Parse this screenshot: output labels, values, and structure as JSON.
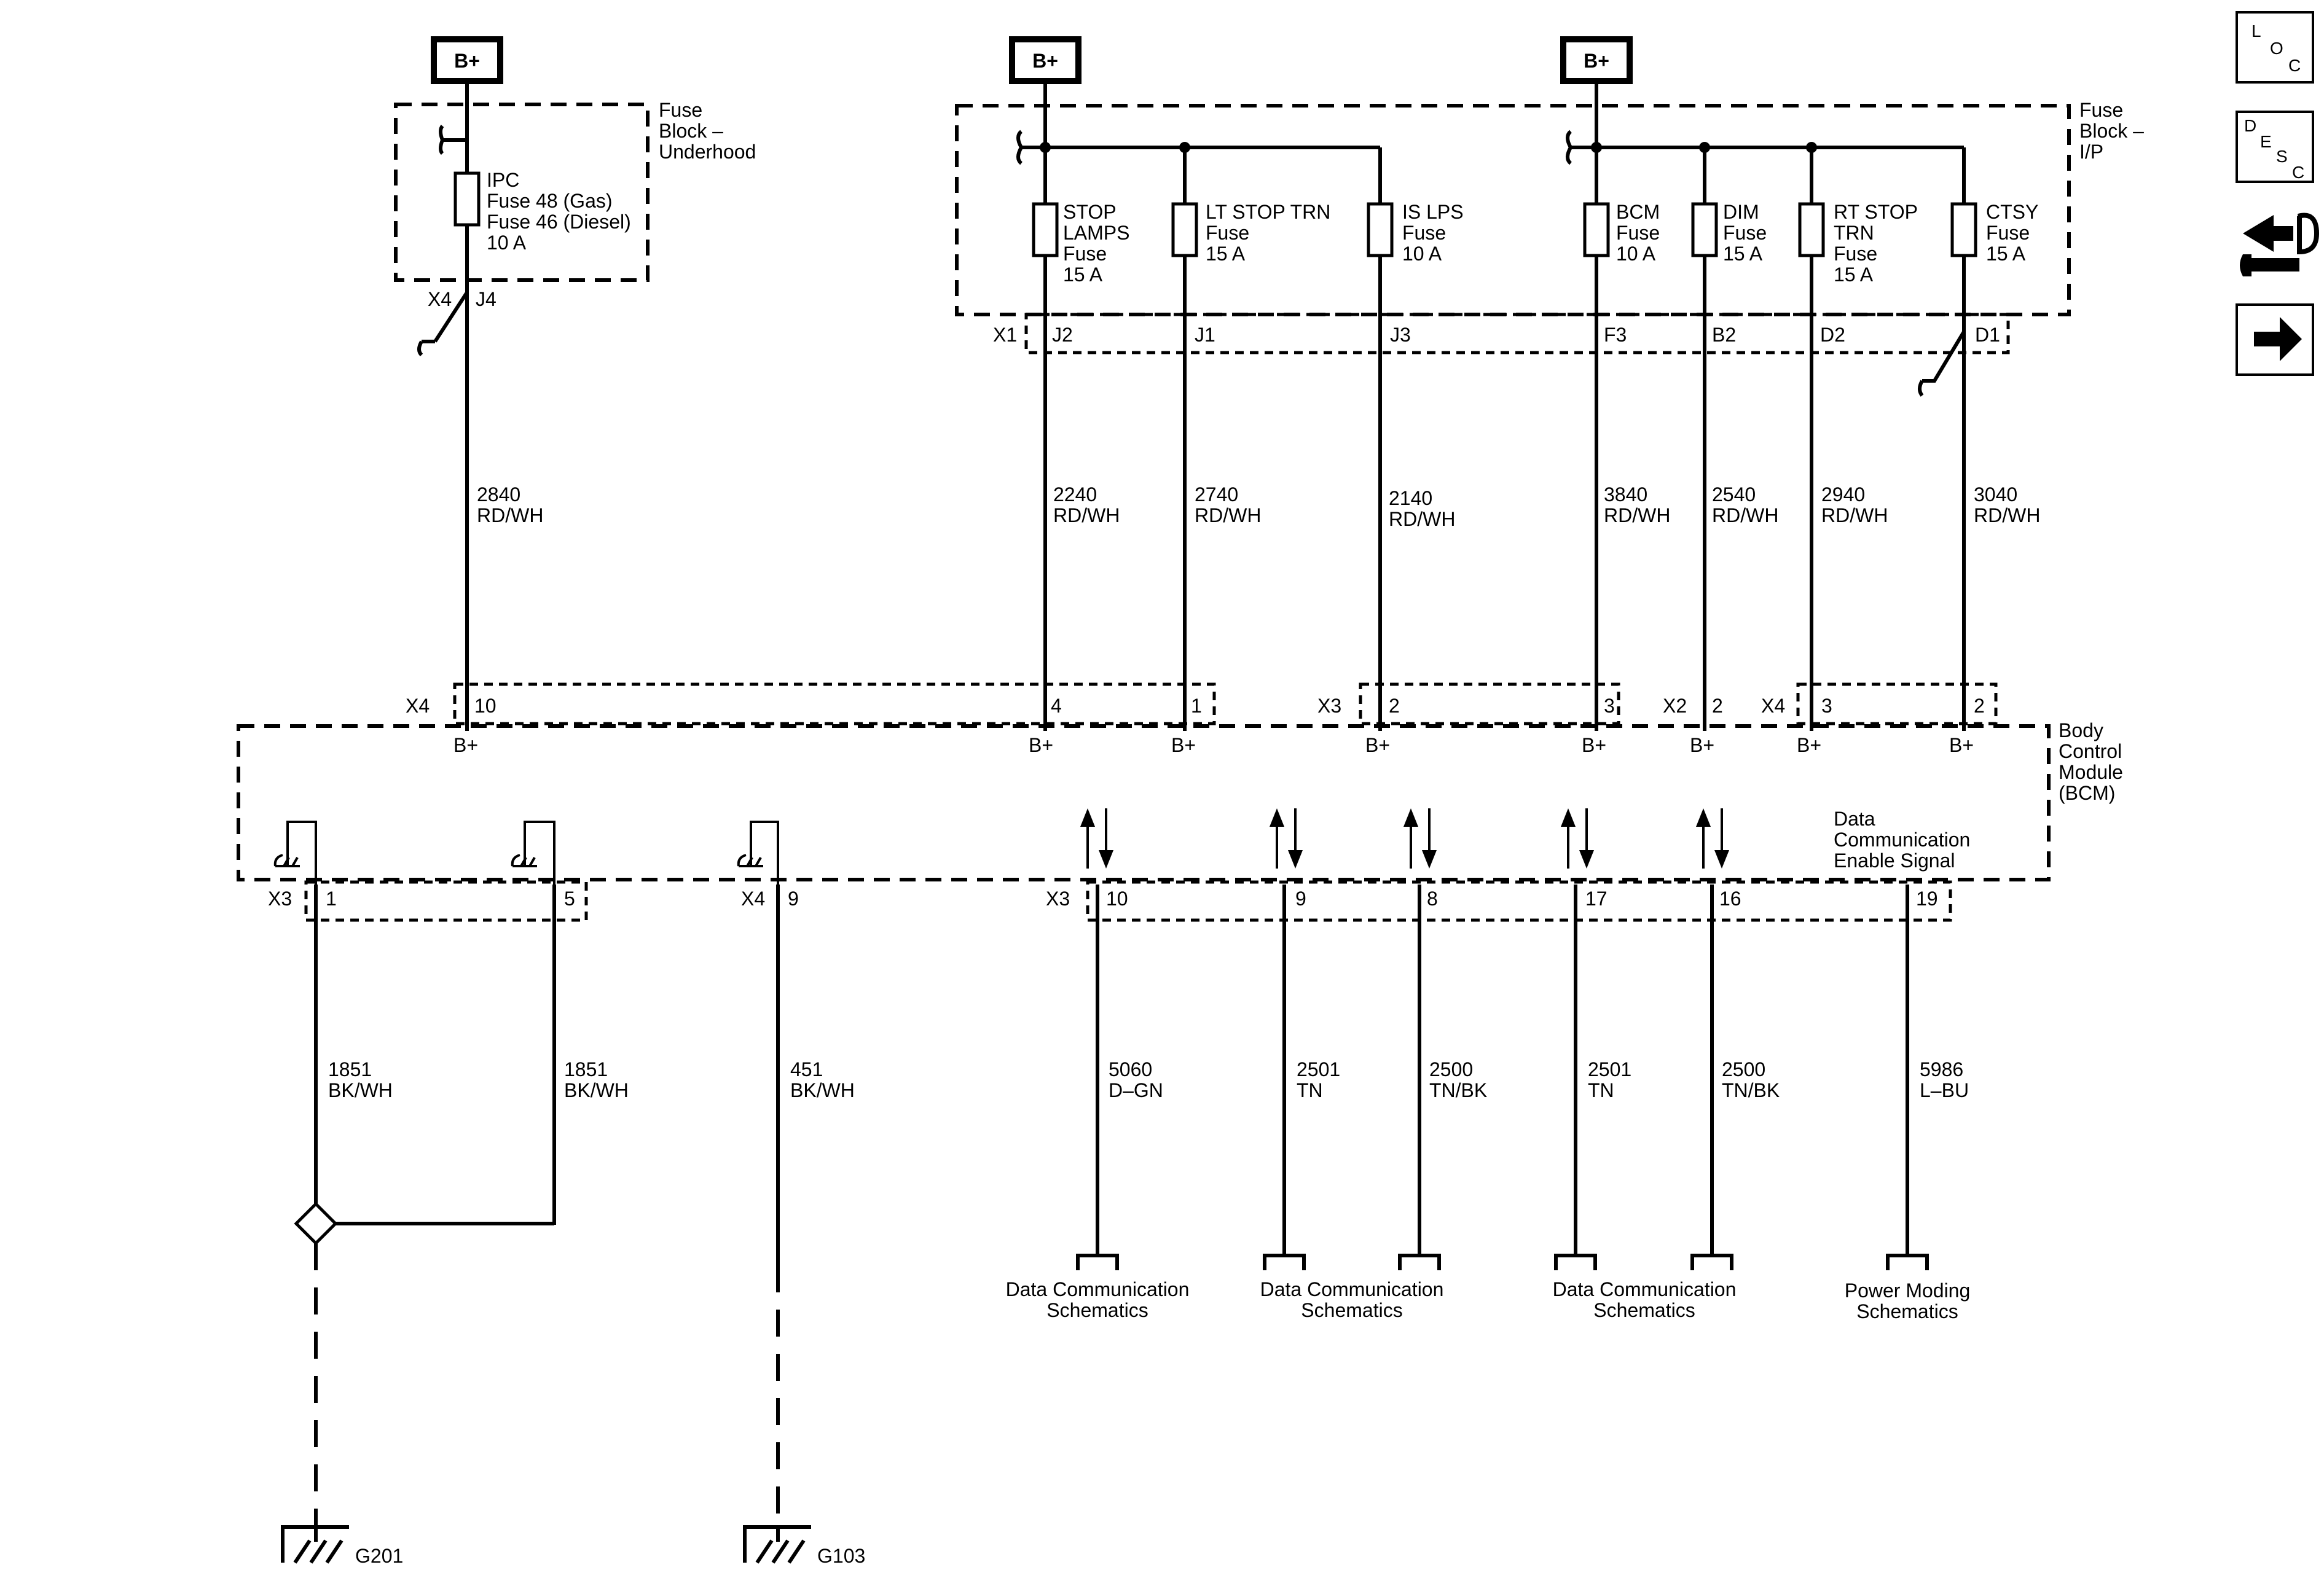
{
  "supply": {
    "bplus": "B+"
  },
  "fuse_block_uh": {
    "line1": "Fuse",
    "line2": "Block –",
    "line3": "Underhood"
  },
  "fuse_block_ip": {
    "line1": "Fuse",
    "line2": "Block –",
    "line3": "I/P"
  },
  "fuses": {
    "ipc": [
      "IPC",
      "Fuse 48 (Gas)",
      "Fuse 46 (Diesel)",
      "10 A"
    ],
    "stop": [
      "STOP",
      "LAMPS",
      "Fuse",
      "15 A"
    ],
    "lt": [
      "LT STOP TRN",
      "Fuse",
      "15 A"
    ],
    "is": [
      "IS LPS",
      "Fuse",
      "10 A"
    ],
    "bcm": [
      "BCM",
      "Fuse",
      "10 A"
    ],
    "dim": [
      "DIM",
      "Fuse",
      "15 A"
    ],
    "rt": [
      "RT STOP",
      "TRN",
      "Fuse",
      "15 A"
    ],
    "ctsy": [
      "CTSY",
      "Fuse",
      "15 A"
    ]
  },
  "fb_connectors": {
    "x4": "X4",
    "j4": "J4",
    "x1": "X1",
    "j2": "J2",
    "j1": "J1",
    "j3": "J3",
    "f3": "F3",
    "b2": "B2",
    "d2": "D2",
    "d1": "D1"
  },
  "wires_top": [
    {
      "circuit": "2840",
      "color": "RD/WH"
    },
    {
      "circuit": "2240",
      "color": "RD/WH"
    },
    {
      "circuit": "2740",
      "color": "RD/WH"
    },
    {
      "circuit": "2140",
      "color": "RD/WH"
    },
    {
      "circuit": "3840",
      "color": "RD/WH"
    },
    {
      "circuit": "2540",
      "color": "RD/WH"
    },
    {
      "circuit": "2940",
      "color": "RD/WH"
    },
    {
      "circuit": "3040",
      "color": "RD/WH"
    }
  ],
  "bcm_top_connectors": {
    "x4a": "X4",
    "p10": "10",
    "p4": "4",
    "p1": "1",
    "x3": "X3",
    "p2a": "2",
    "p3a": "3",
    "x2": "X2",
    "p2b": "2",
    "x4b": "X4",
    "p3b": "3",
    "p2c": "2"
  },
  "bcm": {
    "bplus": "B+",
    "line1": "Body",
    "line2": "Control",
    "line3": "Module",
    "line4": "(BCM)",
    "sig1": "Data",
    "sig2": "Communication",
    "sig3": "Enable Signal"
  },
  "bcm_bottom_connectors": {
    "x3a": "X3",
    "p1": "1",
    "p5": "5",
    "x4": "X4",
    "p9a": "9",
    "x3b": "X3",
    "p10": "10",
    "p9b": "9",
    "p8": "8",
    "p17": "17",
    "p16": "16",
    "p19": "19"
  },
  "wires_bottom": [
    {
      "circuit": "1851",
      "color": "BK/WH"
    },
    {
      "circuit": "1851",
      "color": "BK/WH"
    },
    {
      "circuit": "451",
      "color": "BK/WH"
    },
    {
      "circuit": "5060",
      "color": "D–GN"
    },
    {
      "circuit": "2501",
      "color": "TN"
    },
    {
      "circuit": "2500",
      "color": "TN/BK"
    },
    {
      "circuit": "2501",
      "color": "TN"
    },
    {
      "circuit": "2500",
      "color": "TN/BK"
    },
    {
      "circuit": "5986",
      "color": "L–BU"
    }
  ],
  "destinations": {
    "dc": [
      "Data Communication",
      "Schematics"
    ],
    "pm": [
      "Power Moding",
      "Schematics"
    ]
  },
  "grounds": {
    "g201": "G201",
    "g103": "G103"
  },
  "nav": {
    "loc": {
      "a": "L",
      "b": "O",
      "c": "C"
    },
    "desc": {
      "a": "D",
      "b": "E",
      "c": "S",
      "d": "C"
    }
  }
}
